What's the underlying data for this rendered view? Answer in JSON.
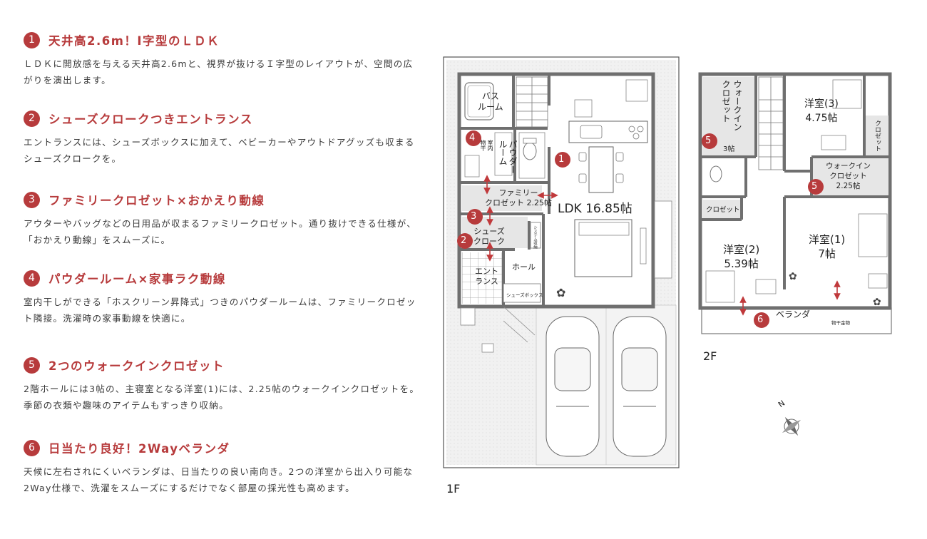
{
  "features": [
    {
      "num": "1",
      "title": "天井高2.6m！I字型のＬＤＫ",
      "body": "ＬＤＫに開放感を与える天井高2.6mと、視界が抜けるＩ字型のレイアウトが、空間の広がりを演出します。"
    },
    {
      "num": "2",
      "title": "シューズクロークつきエントランス",
      "body": "エントランスには、シューズボックスに加えて、ベビーカーやアウトドアグッズも収まるシューズクロークを。"
    },
    {
      "num": "3",
      "title": "ファミリークロゼット×おかえり動線",
      "body": "アウターやバッグなどの日用品が収まるファミリークロゼット。通り抜けできる仕様が、「おかえり動線」をスムーズに。"
    },
    {
      "num": "4",
      "title": "パウダールーム×家事ラク動線",
      "body": "室内干しができる「ホスクリーン昇降式」つきのパウダールームは、ファミリークロゼット隣接。洗濯時の家事動線を快適に。"
    },
    {
      "num": "5",
      "title": "2つのウォークインクロゼット",
      "body": "2階ホールには3帖の、主寝室となる洋室(1)には、2.25帖のウォークインクロゼットを。季節の衣類や趣味のアイテムもすっきり収納。"
    },
    {
      "num": "6",
      "title": "日当たり良好！2Wayベランダ",
      "body": "天候に左右されにくいベランダは、日当たりの良い南向き。2つの洋室から出入り可能な2Way仕様で、洗濯をスムーズにするだけでなく部屋の採光性も高めます。"
    }
  ],
  "floor1": {
    "label": "1F",
    "rooms": {
      "bath": "バス\nルーム",
      "powder": "パウダー\nルーム",
      "drying": "室内\n物干",
      "family_closet": "ファミリー\nクロゼット 2.25帖",
      "ldk": "LDK 16.85帖",
      "shoes_cloak": "シューズ\nクローク",
      "system_storage": "システム収納",
      "hall": "ホール",
      "entrance": "エント\nランス",
      "shoes_box": "シューズボックス"
    },
    "markers": [
      "1",
      "2",
      "3",
      "4"
    ]
  },
  "floor2": {
    "label": "2F",
    "rooms": {
      "wic_hall": "ウォークイン\nクロゼット",
      "wic_hall_size": "3帖",
      "western3": "洋室(3)\n4.75帖",
      "closet3": "クロゼット",
      "wic_master": "ウォークイン\nクロゼット\n2.25帖",
      "closet2": "クロゼット",
      "western2": "洋室(2)\n5.39帖",
      "western1": "洋室(1)\n7帖",
      "balcony": "ベランダ",
      "drying_hardware": "物干金物"
    },
    "markers": [
      "5",
      "5",
      "6"
    ]
  },
  "compass": "N",
  "colors": {
    "accent": "#b73b3c",
    "wall": "#6f6f6f",
    "floor": "#eeeeee",
    "text": "#3a3a3a"
  }
}
